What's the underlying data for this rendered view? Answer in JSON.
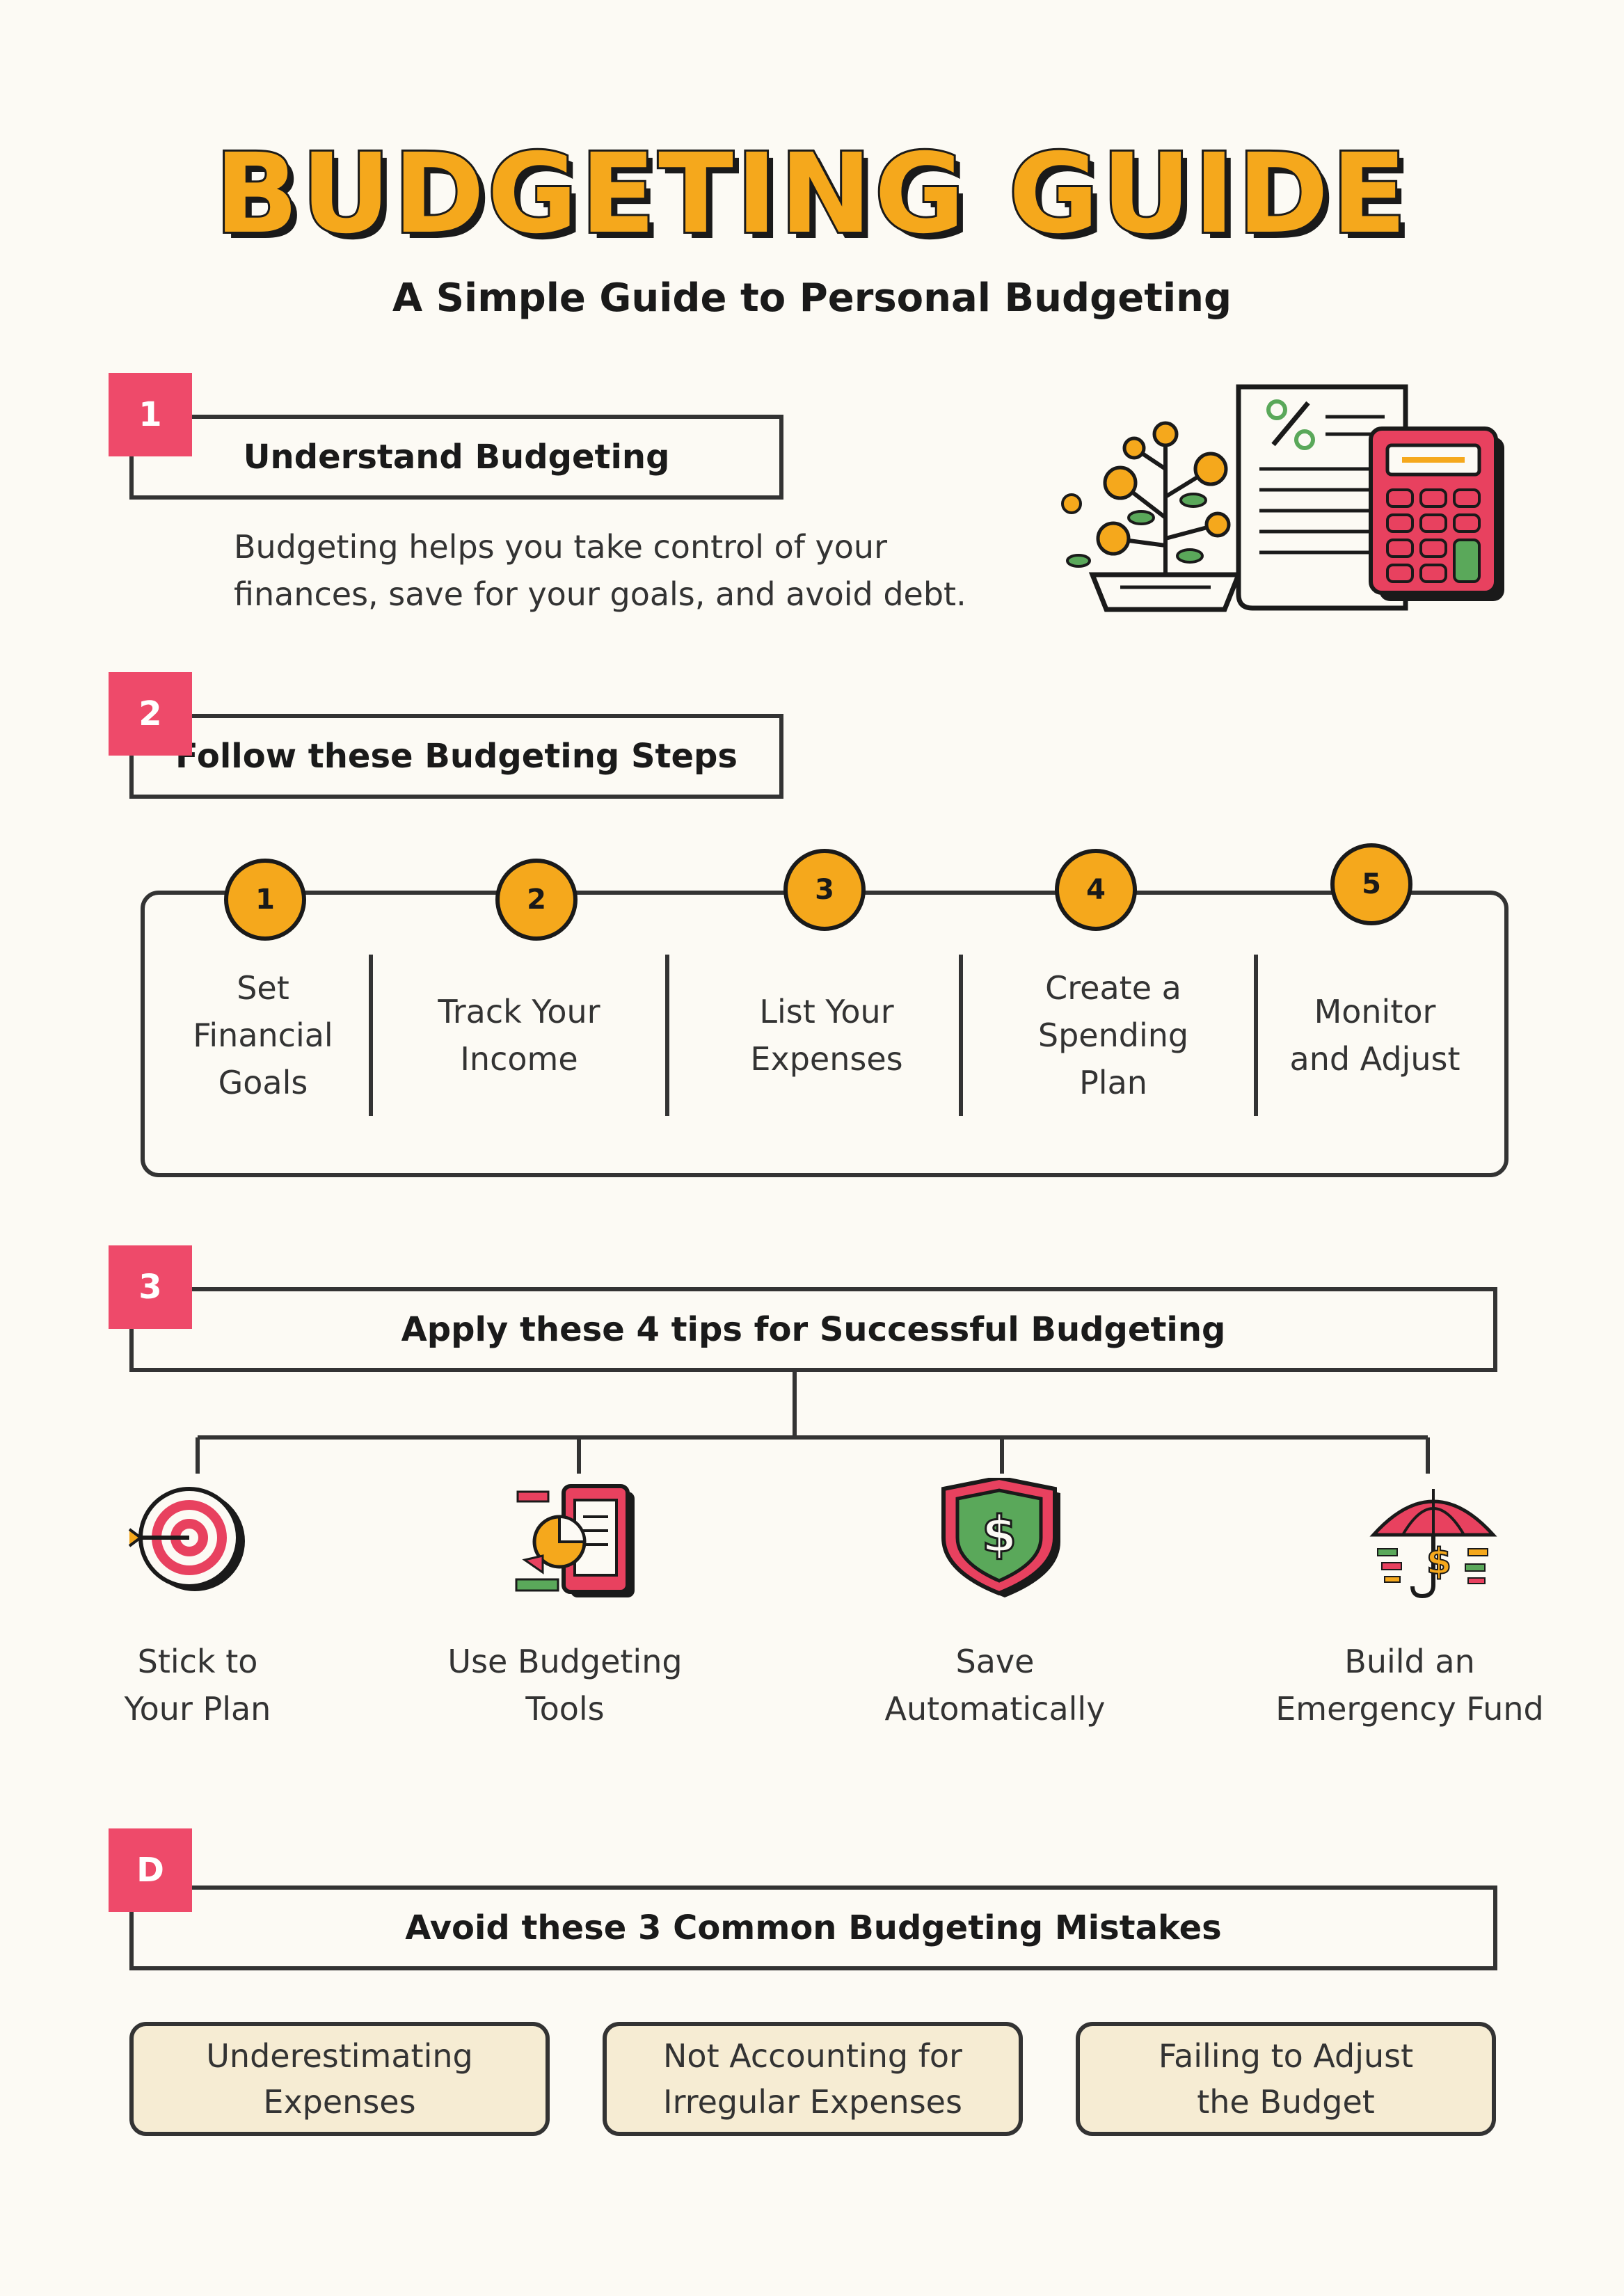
{
  "header": {
    "title": "BUDGETING GUIDE",
    "subtitle": "A Simple Guide to Personal Budgeting"
  },
  "sections": [
    {
      "number": "1",
      "title": "Understand Budgeting"
    },
    {
      "number": "2",
      "title": "Follow these Budgeting Steps"
    },
    {
      "number": "3",
      "title": "Apply these 4 tips for Successful Budgeting"
    },
    {
      "number": "D",
      "title": "Avoid these 3 Common Budgeting Mistakes"
    }
  ],
  "understand": {
    "description_lines": [
      "Budgeting helps you take control of your",
      "finances, save for your goals, and avoid debt."
    ],
    "illustration_icons": [
      "money-plant-icon",
      "document-percent-icon",
      "calculator-icon"
    ]
  },
  "steps": [
    {
      "number": "1",
      "lines": [
        "Set",
        "Financial",
        "Goals"
      ]
    },
    {
      "number": "2",
      "lines": [
        "Track Your",
        "Income"
      ]
    },
    {
      "number": "3",
      "lines": [
        "List Your",
        "Expenses"
      ]
    },
    {
      "number": "4",
      "lines": [
        "Create a",
        "Spending",
        "Plan"
      ]
    },
    {
      "number": "5",
      "lines": [
        "Monitor",
        "and Adjust"
      ]
    }
  ],
  "tips": [
    {
      "icon": "target-icon",
      "lines": [
        "Stick to",
        "Your Plan"
      ]
    },
    {
      "icon": "budget-tools-icon",
      "lines": [
        "Use Budgeting",
        "Tools"
      ]
    },
    {
      "icon": "shield-dollar-icon",
      "lines": [
        "Save",
        "Automatically"
      ]
    },
    {
      "icon": "umbrella-money-icon",
      "lines": [
        "Build an",
        "Emergency Fund"
      ]
    }
  ],
  "mistakes": [
    {
      "lines": [
        "Underestimating",
        "Expenses"
      ]
    },
    {
      "lines": [
        "Not Accounting for",
        "Irregular Expenses"
      ]
    },
    {
      "lines": [
        "Failing to Adjust",
        "the Budget"
      ]
    }
  ],
  "colors": {
    "accent_orange": "#f5a81c",
    "accent_pink": "#ee4a6a",
    "outline": "#333333",
    "card_fill": "#f6ecd3",
    "background": "#fcfaf4"
  }
}
